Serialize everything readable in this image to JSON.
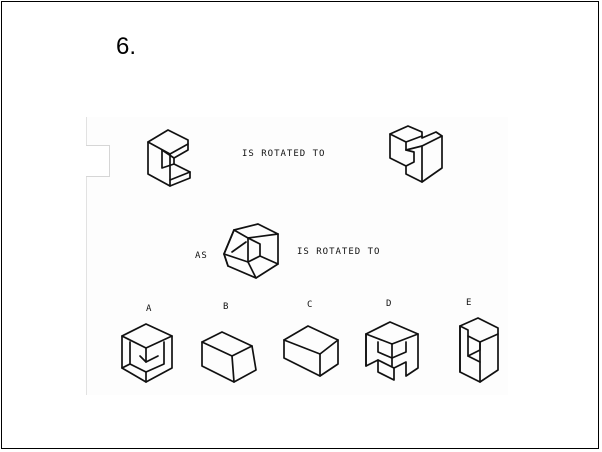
{
  "slide": {
    "number": "6."
  },
  "figure": {
    "top_text": "IS ROTATED TO",
    "as_text": "AS",
    "middle_text": "IS ROTATED TO",
    "options": [
      {
        "label": "A"
      },
      {
        "label": "B"
      },
      {
        "label": "C"
      },
      {
        "label": "D"
      },
      {
        "label": "E"
      }
    ]
  }
}
